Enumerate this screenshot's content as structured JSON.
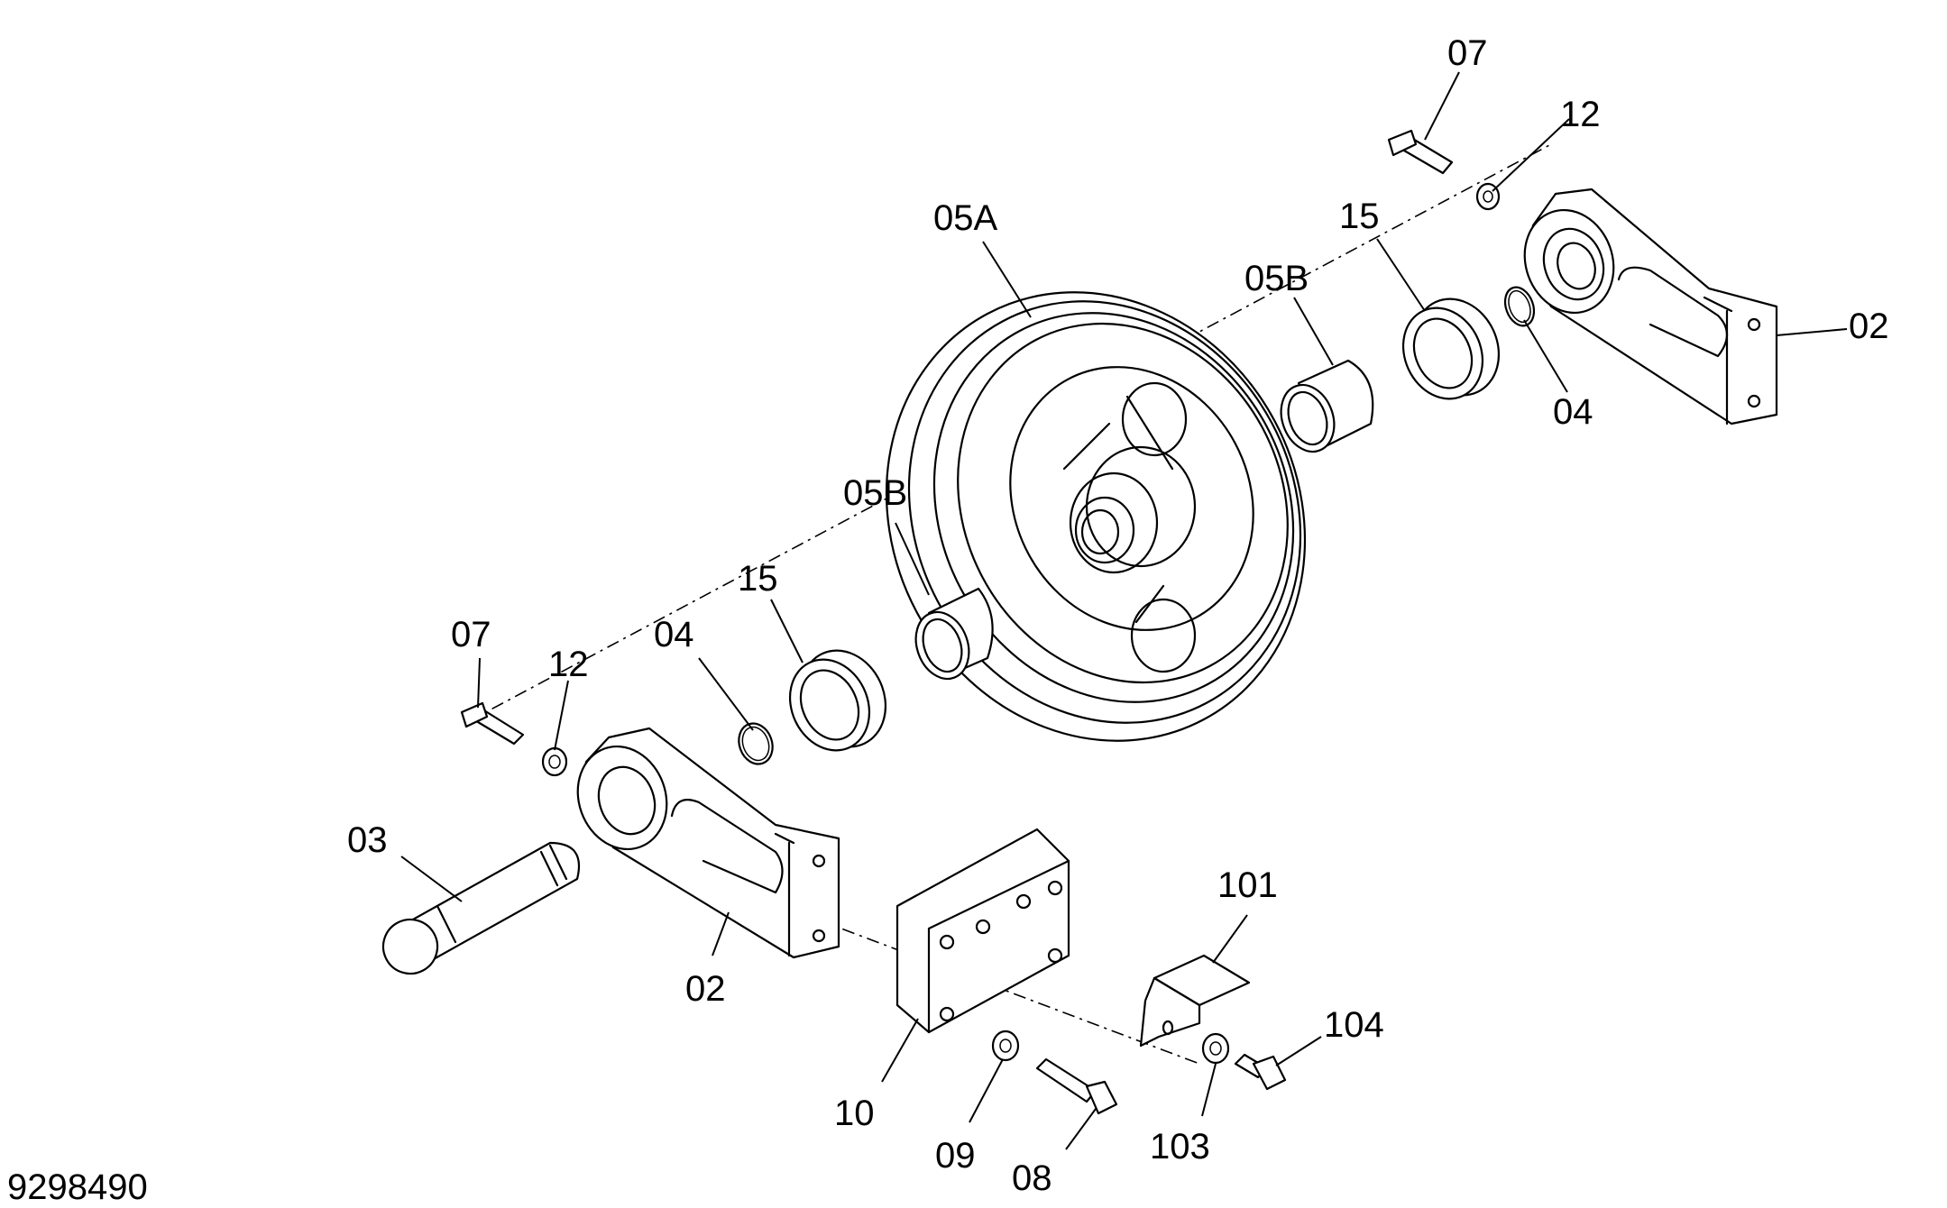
{
  "drawing_number": "9298490",
  "callouts": {
    "c07_top": "07",
    "c12_top": "12",
    "c05A": "05A",
    "c15_top": "15",
    "c05B_top": "05B",
    "c02_top": "02",
    "c04_top": "04",
    "c05B_mid": "05B",
    "c15_mid": "15",
    "c04_left": "04",
    "c07_left": "07",
    "c12_left": "12",
    "c03": "03",
    "c02_bottom": "02",
    "c101": "101",
    "c104": "104",
    "c10": "10",
    "c09": "09",
    "c08": "08",
    "c103": "103"
  }
}
